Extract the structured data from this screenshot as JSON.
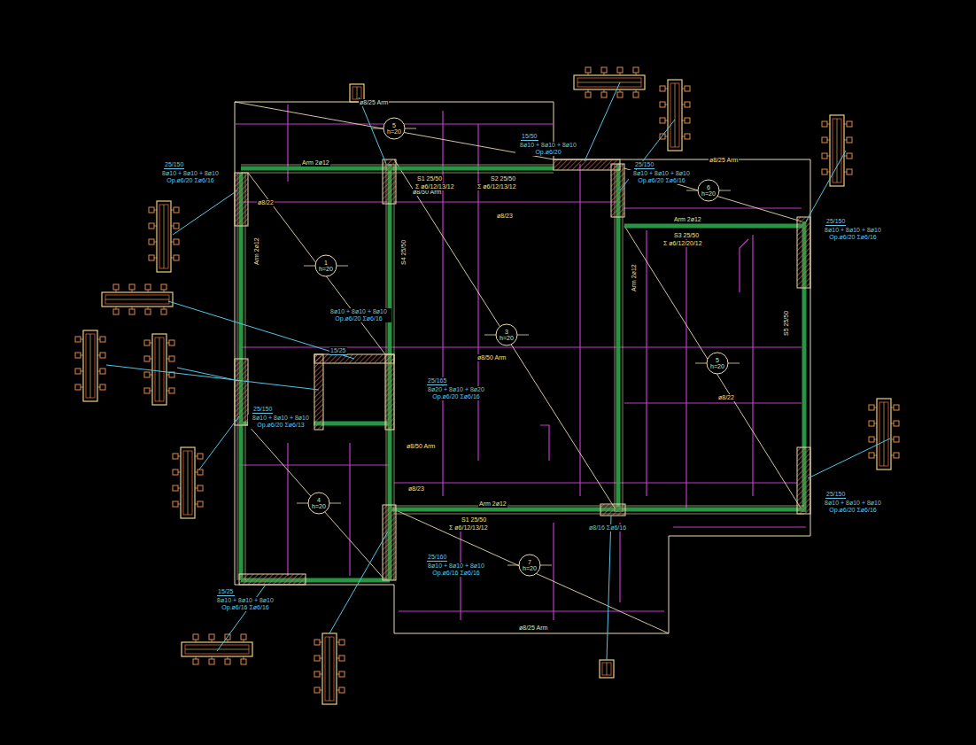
{
  "diagram": {
    "nodes": [
      {
        "text": [
          "5",
          "h=20"
        ]
      },
      {
        "text": [
          "1",
          "h=20"
        ]
      },
      {
        "text": [
          "3",
          "h=20"
        ]
      },
      {
        "text": [
          "6",
          "h=20"
        ]
      },
      {
        "text": [
          "5",
          "h=20"
        ]
      },
      {
        "text": [
          "4",
          "h=20"
        ]
      },
      {
        "text": [
          "7",
          "h=20"
        ]
      }
    ],
    "labels": [
      "ø8/25 Arm",
      "ø8/25 Arm",
      "ø8/25 Arm",
      "ø8/50 Arm",
      "ø8/50 Arm",
      "ø8/50 Arm",
      "ø8/22",
      "ø8/22",
      "ø8/23",
      "ø8/23",
      "25/150",
      "8ø10 + 8ø10 + 8ø10 Op.ø6/20 Σø6/16",
      "15/50",
      "8ø10 + 8ø10 + 8ø10 Op.ø6/20",
      "25/150",
      "8ø10 + 8ø10 + 8ø10 Op.ø6/20 Σø6/16",
      "25/150",
      "8ø10 + 8ø10 + 8ø10 Op.ø6/20 Σø6/16",
      "25/150",
      "8ø10 + 8ø10 + 8ø10 Op.ø6/20 Σø6/16",
      "25/150",
      "8ø10 + 8ø10 + 8ø10 Op.ø6/20 Σø6/13",
      "15/25",
      "8ø10 + 8ø10 + 8ø10 Op.ø6/20 Σø6/16",
      "25/165",
      "8ø20 + 8ø10 + 8ø20 Op.ø6/20 Σø6/16",
      "25/160",
      "8ø10 + 8ø10 + 8ø10 Op.ø6/16 Σø6/16",
      "15/25",
      "8ø10 + 8ø10 + 8ø10 Op.ø6/16 Σø6/16",
      "ø8/16 Σø6/16",
      "Arm 2ø12",
      "S1 25/50",
      "Σ ø6/12/13/12",
      "S2 25/50",
      "Σ ø6/12/13/12",
      "Arm 2ø12",
      "S3 25/50",
      "Σ ø6/12/20/12",
      "Arm 2ø12",
      "S1 25/50",
      "Σ ø6/12/13/12",
      "Arm 2ø12",
      "S4 25/50",
      "Arm 2ø12",
      "S5 25/50"
    ]
  }
}
